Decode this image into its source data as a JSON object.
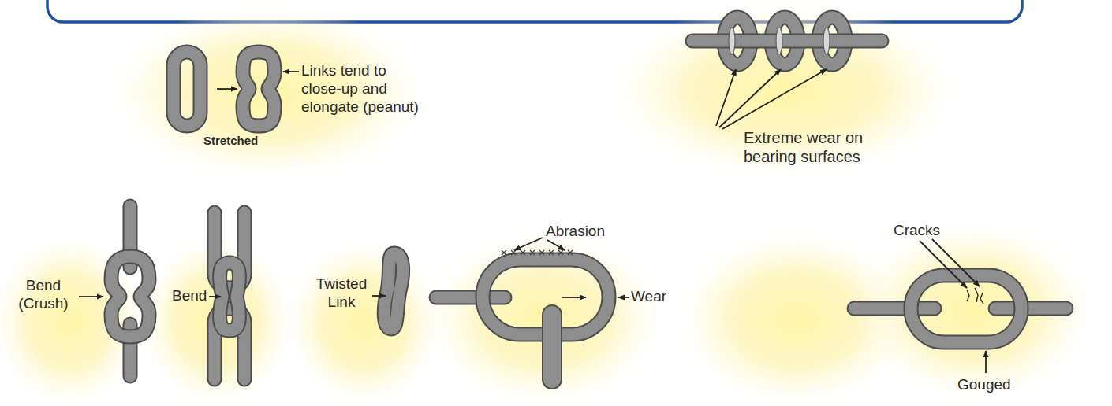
{
  "diagram": {
    "labels": [
      "Links tend to close-up and elongate (peanut)",
      "Stretched",
      "Extreme wear on bearing surfaces",
      "Bend (Crush)",
      "Bend",
      "Twisted Link",
      "Abrasion",
      "Wear",
      "Cracks",
      "Gouged"
    ]
  }
}
